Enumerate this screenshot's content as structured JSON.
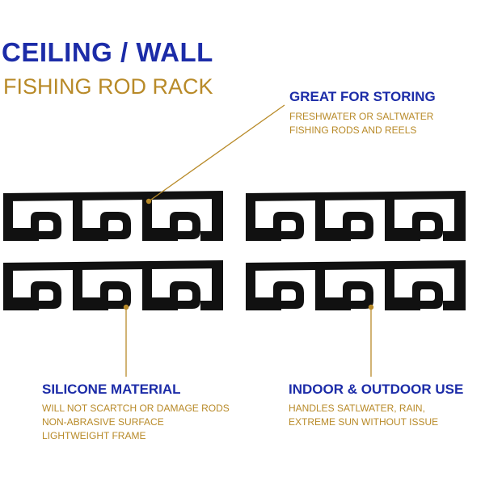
{
  "title": "CEILING / WALL",
  "subtitle": "FISHING ROD RACK",
  "callouts": {
    "storing": {
      "heading": "GREAT FOR STORING",
      "lines": [
        "FRESHWATER OR SALTWATER",
        "FISHING RODS AND REELS"
      ]
    },
    "material": {
      "heading": "SILICONE MATERIAL",
      "lines": [
        "WILL NOT SCARTCH OR DAMAGE RODS",
        "NON-ABRASIVE SURFACE",
        "LIGHTWEIGHT FRAME"
      ]
    },
    "outdoor": {
      "heading": "INDOOR & OUTDOOR USE",
      "lines": [
        "HANDLES SATLWATER, RAIN,",
        "EXTREME SUN WITHOUT ISSUE"
      ]
    }
  },
  "colors": {
    "title": "#1c2ca8",
    "accent": "#b88a28",
    "rack": "#111111"
  }
}
